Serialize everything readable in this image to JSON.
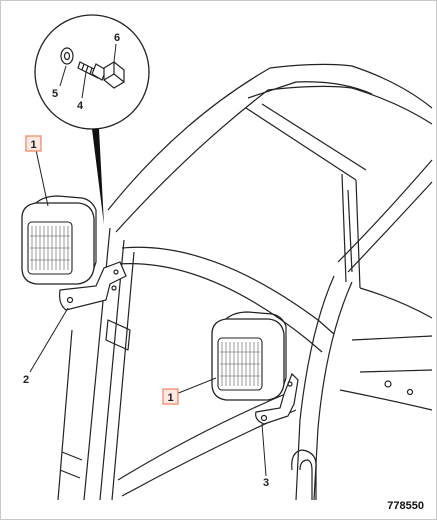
{
  "drawing": {
    "figure_number": "778550",
    "callouts": {
      "lamp_upper": "1",
      "lamp_lower": "1",
      "bracket_left": "2",
      "bracket_right": "3",
      "bolt": "4",
      "washer": "5",
      "nut": "6"
    }
  },
  "colors": {
    "line": "#222222",
    "callout_box": "#f08a6a",
    "callout_fill": "#fde9e1",
    "border": "#c8c8c8"
  }
}
